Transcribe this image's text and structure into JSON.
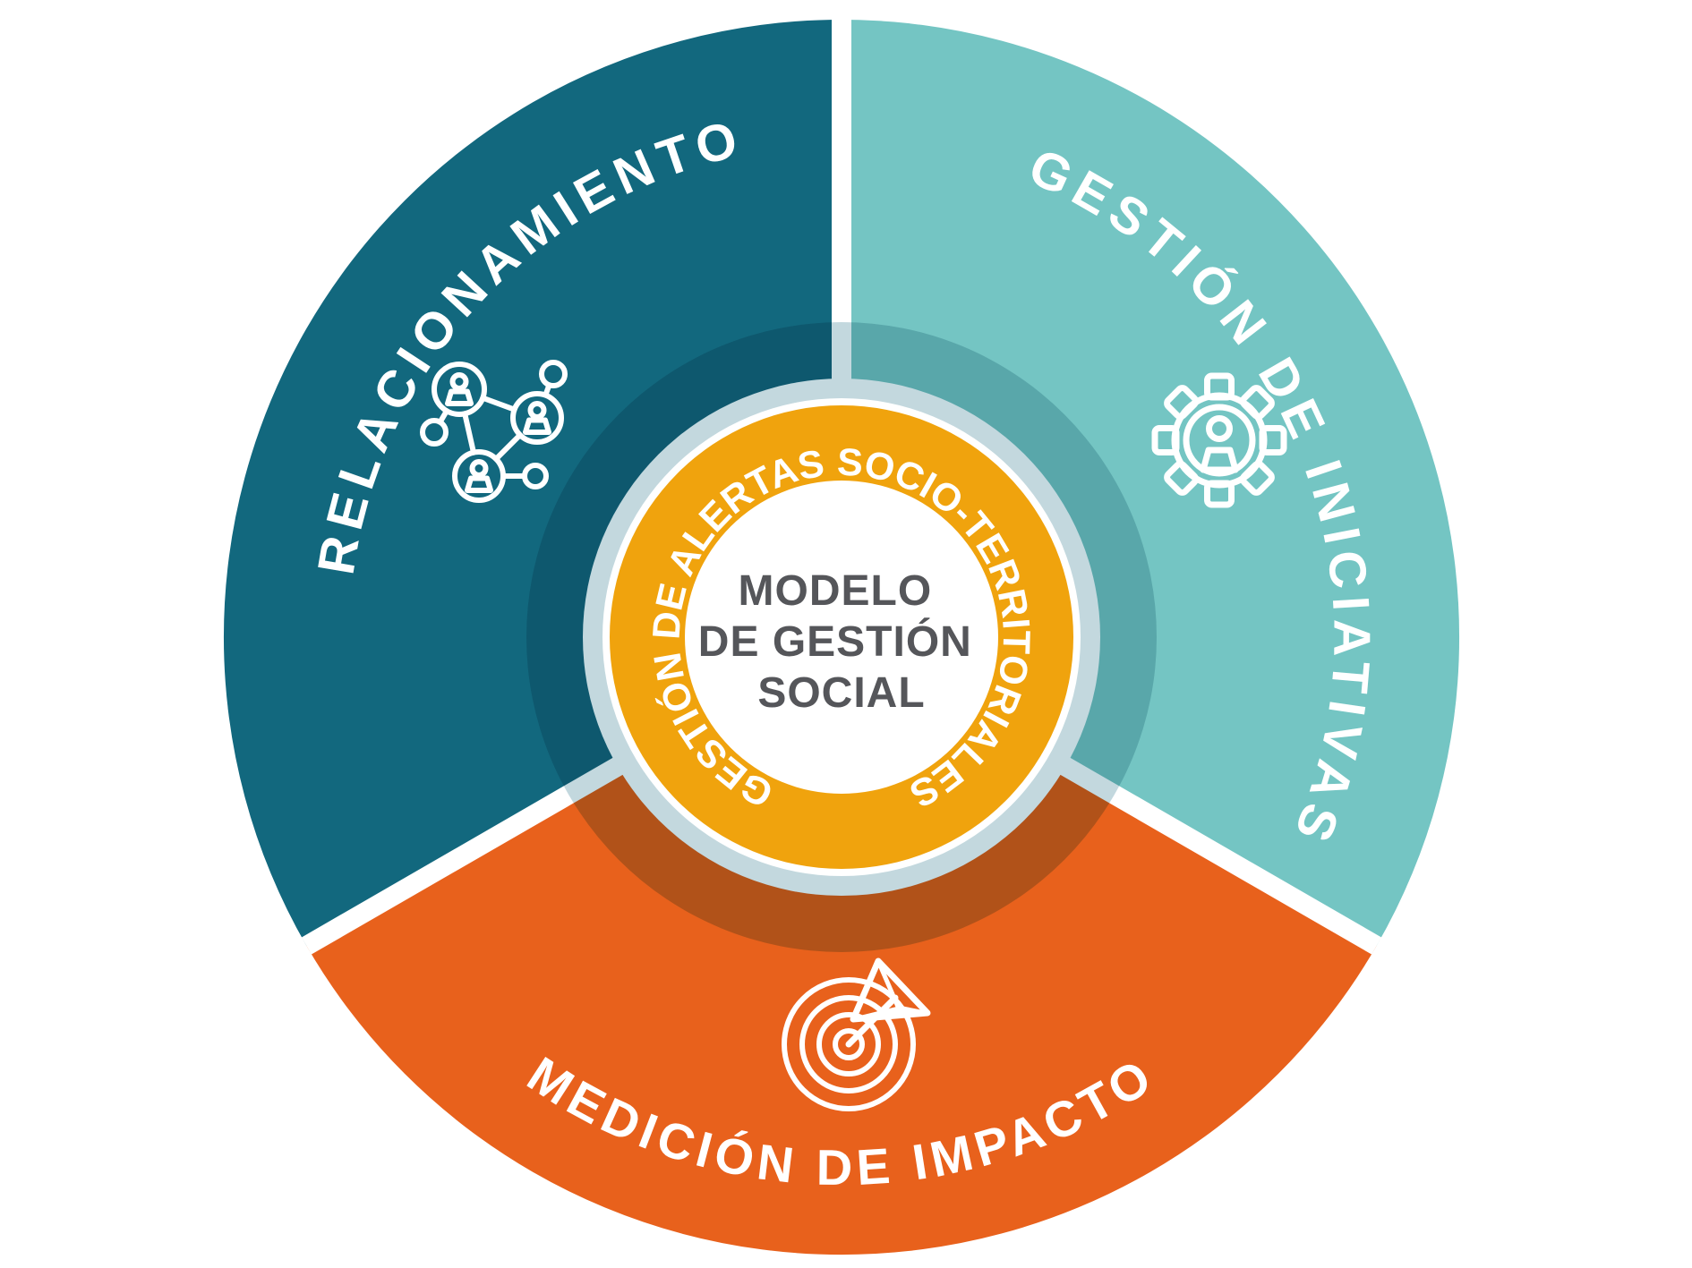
{
  "colors": {
    "dark_teal": "#12687e",
    "light_teal": "#74c5c3",
    "orange": "#e8611c",
    "gold": "#f0a30d",
    "pale_ring": "#c3d8de",
    "center_text": "#55565a",
    "label_text": "#ffffff"
  },
  "segments": [
    {
      "label": "RELACIONAMIENTO",
      "color": "#12687e",
      "icon": "people-network-icon"
    },
    {
      "label": "GESTIÓN DE INICIATIVAS",
      "color": "#74c5c3",
      "icon": "gear-person-icon"
    },
    {
      "label": "MEDICIÓN DE IMPACTO",
      "color": "#e8611c",
      "icon": "target-dart-icon"
    }
  ],
  "ring": {
    "label": "GESTIÓN DE ALERTAS SOCIO-TERRITORIALES",
    "color": "#f0a30d"
  },
  "center": {
    "line1": "MODELO",
    "line2": "DE GESTIÓN",
    "line3": "SOCIAL"
  }
}
